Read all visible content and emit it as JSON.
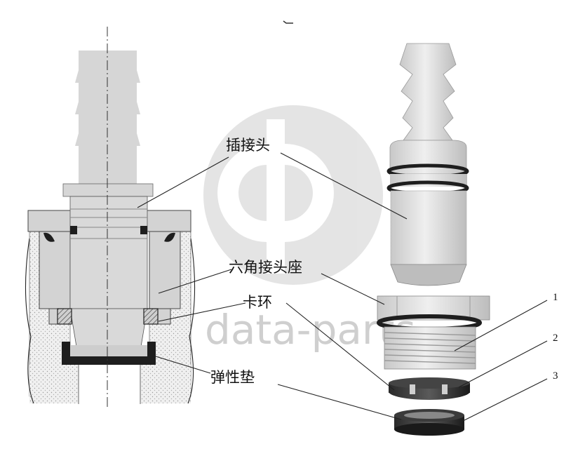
{
  "labels": {
    "plug_connector": "插接头",
    "hex_socket": "六角接头座",
    "snap_ring": "卡环",
    "elastic_pad": "弹性垫"
  },
  "part_numbers": [
    "1",
    "2",
    "3"
  ],
  "watermark": {
    "text": "data-parts"
  },
  "colors": {
    "part_light": "#d9d9d9",
    "part_mid": "#bdbdbd",
    "ring_dark": "#1e1e1e",
    "hatch": "#8a8a8a",
    "watermark": "#d2d2d2"
  }
}
